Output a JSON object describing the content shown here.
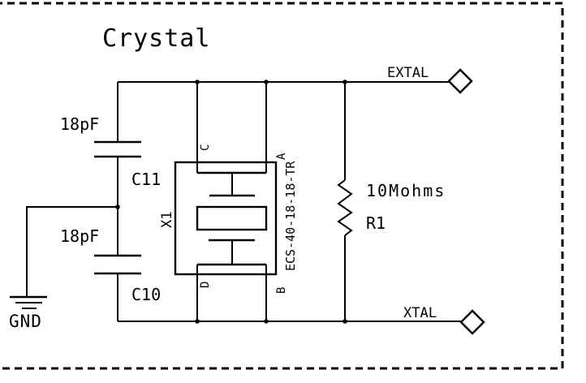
{
  "title": "Crystal",
  "colors": {
    "ink": "#000000",
    "background": "#ffffff"
  },
  "ports": {
    "extal": "EXTAL",
    "xtal": "XTAL",
    "gnd": "GND"
  },
  "components": {
    "c11": {
      "value": "18pF",
      "ref": "C11"
    },
    "c10": {
      "value": "18pF",
      "ref": "C10"
    },
    "r1": {
      "value": "10Mohms",
      "ref": "R1"
    },
    "x1": {
      "ref": "X1",
      "part": "ECS-40-18-18-TR",
      "pins": {
        "c": "C",
        "a": "A",
        "d": "D",
        "b": "B"
      }
    }
  }
}
